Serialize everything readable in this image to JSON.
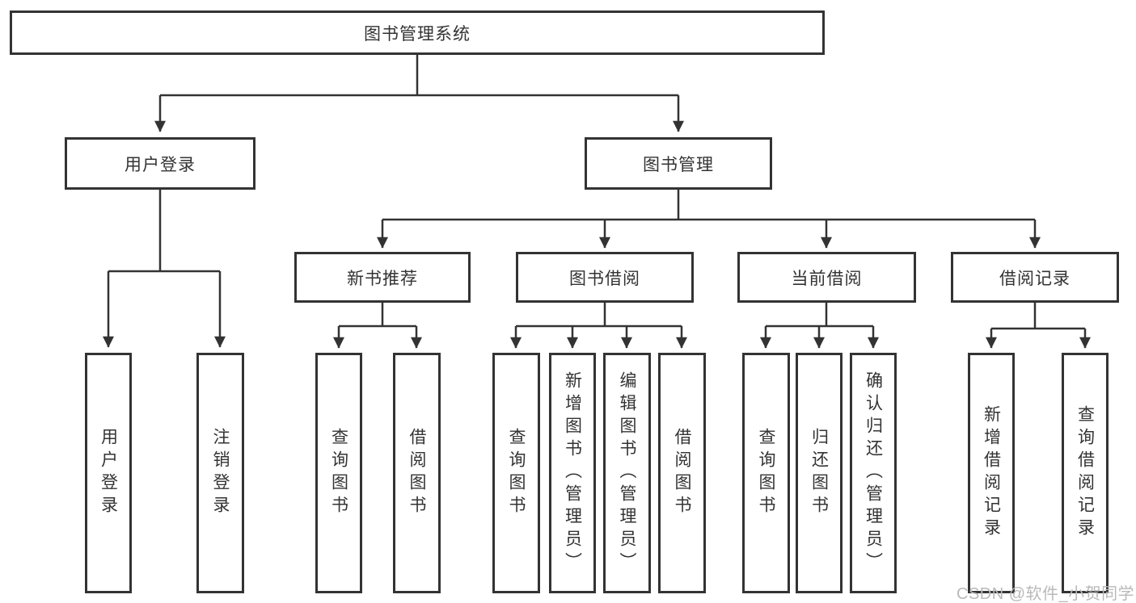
{
  "diagram": {
    "title": "图书管理系统",
    "root": {
      "label": "图书管理系统"
    },
    "login": {
      "label": "用户登录",
      "children": [
        {
          "label": "用户登录"
        },
        {
          "label": "注销登录"
        }
      ]
    },
    "management": {
      "label": "图书管理",
      "children": [
        {
          "label": "新书推荐",
          "children": [
            {
              "label": "查询图书"
            },
            {
              "label": "借阅图书"
            }
          ]
        },
        {
          "label": "图书借阅",
          "children": [
            {
              "label": "查询图书"
            },
            {
              "label": "新增图书（管理员）"
            },
            {
              "label": "编辑图书（管理员）"
            },
            {
              "label": "借阅图书"
            }
          ]
        },
        {
          "label": "当前借阅",
          "children": [
            {
              "label": "查询图书"
            },
            {
              "label": "归还图书"
            },
            {
              "label": "确认归还（管理员）"
            }
          ]
        },
        {
          "label": "借阅记录",
          "children": [
            {
              "label": "新增借阅记录"
            },
            {
              "label": "查询借阅记录"
            }
          ]
        }
      ]
    },
    "colors": {
      "line": "#333333",
      "text": "#333333",
      "watermark": "#b9b9b9",
      "background": "#ffffff"
    }
  },
  "watermark": {
    "text": "CSDN @软件_小贺同学"
  }
}
